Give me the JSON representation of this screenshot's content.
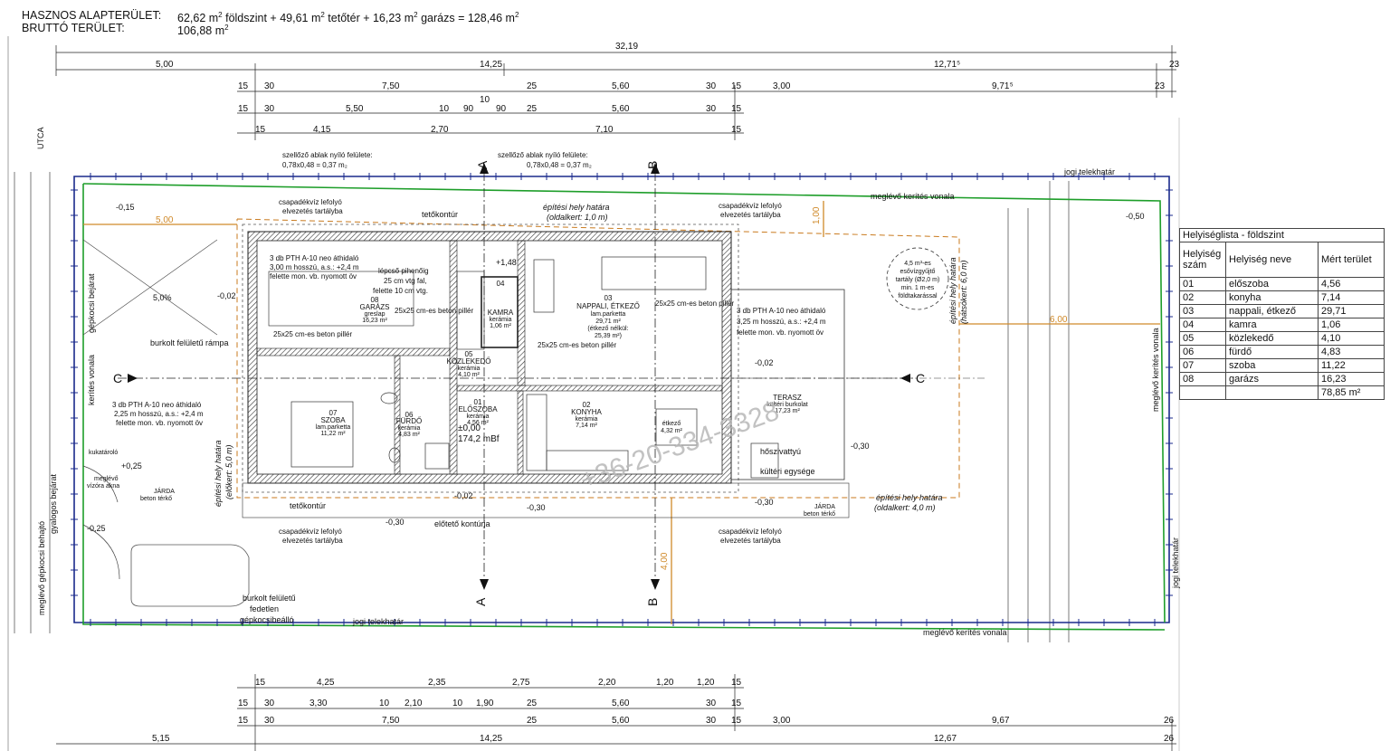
{
  "header": {
    "line1_label": "HASZNOS ALAPTERÜLET:",
    "line1_value_a": "62,62 m",
    "line1_sup_a": "2",
    "line1_text_a": " földszint + 49,61 m",
    "line1_sup_b": "2",
    "line1_text_b": " tetőtér + 16,23 m",
    "line1_sup_c": "2",
    "line1_text_c": " garázs = 128,46 m",
    "line1_sup_d": "2",
    "line2_label": "BRUTTÓ TERÜLET:",
    "line2_value": "106,88 m",
    "line2_sup": "2"
  },
  "dims_top": {
    "overall": "32,19",
    "row1": [
      "5,00",
      "14,25",
      "12,71⁵",
      "23"
    ],
    "row2": [
      "15",
      "30",
      "7,50",
      "25",
      "5,60",
      "30",
      "15",
      "3,00",
      "9,71⁵",
      "23"
    ],
    "row3": [
      "15",
      "30",
      "5,50",
      "10",
      "90",
      "10",
      "90",
      "25",
      "5,60",
      "30",
      "15"
    ],
    "row4": [
      "15",
      "4,15",
      "2,70",
      "7,10",
      "15"
    ]
  },
  "dims_bottom": {
    "row1": [
      "15",
      "4,25",
      "2,35",
      "2,75",
      "2,20",
      "1,20",
      "1,20",
      "15"
    ],
    "row2": [
      "15",
      "30",
      "3,30",
      "10",
      "2,10",
      "10",
      "1,90",
      "25",
      "5,60",
      "30",
      "15"
    ],
    "row3": [
      "15",
      "30",
      "7,50",
      "25",
      "5,60",
      "30",
      "15",
      "3,00",
      "9,67",
      "26"
    ],
    "row4": [
      "5,15",
      "14,25",
      "12,67",
      "26"
    ]
  },
  "site": {
    "street": "UTCA",
    "boundary_top": "jogi telekhatár",
    "boundary_bottom": "jogi telekhatár",
    "boundary_right": "jogi telekhatár",
    "fence_top": "meglévő kerítés vonala",
    "fence_bottom": "meglévő kerítés vonala",
    "fence_right": "meglévő kerítés vonala",
    "fence_left": "kerítés vonala",
    "car_entrance": "gépkocsi bejárat",
    "pedestrian_entrance": "gyalogos bejárat",
    "existing_car_entrance": "meglévő gépkocsi behajtó",
    "ramp": "burkolt felületű rámpa",
    "parking": [
      "burkolt felületű",
      "fedetlen",
      "gépkocsibeálló"
    ],
    "sidewalk_left": [
      "JÁRDA",
      "beton térkő"
    ],
    "sidewalk_right": [
      "JÁRDA",
      "beton térkő"
    ],
    "bin": "kukatároló",
    "water_meter": [
      "meglévő",
      "vízóra akna"
    ],
    "rainwater_tank": [
      "4,5 m³-es",
      "esővízgyűjtő",
      "tartály (Ø2,0 m)",
      "min. 1 m-es",
      "földtakarással"
    ],
    "build_limit_top": [
      "építési hely határa",
      "(oldalkert: 1,0 m)"
    ],
    "build_limit_bottom": [
      "építési hely határa",
      "(oldalkert: 4,0 m)"
    ],
    "build_limit_left": [
      "építési hely határa",
      "(előkert: 5,0 m)"
    ],
    "build_limit_right": [
      "építési hely határa",
      "(hátsókert: 6,0 m)"
    ],
    "roof_outline_top": "tetőkontúr",
    "roof_outline_bottom": "tetőkontúr",
    "canopy_outline": "előtető kontúrja",
    "gutter_notes": [
      "csapadékvíz lefolyó",
      "elvezetés tartályba"
    ],
    "vent_note_1": [
      "szellőző ablak nyíló felülete:",
      "0,78x0,48 = 0,37 m₂"
    ],
    "vent_note_2": [
      "szellőző ablak nyíló felülete:",
      "0,78x0,48 = 0,37 m₂"
    ],
    "lintel_1": [
      "3 db PTH A-10 neo áthidaló",
      "3,00 m hosszú, a.s.: +2,4 m",
      "felette mon. vb. nyomott öv"
    ],
    "lintel_2": [
      "3 db PTH A-10 neo áthidaló",
      "3,25 m hosszú, a.s.: +2,4 m",
      "felette mon. vb. nyomott öv"
    ],
    "lintel_3": [
      "3 db PTH A-10 neo áthidaló",
      "2,25 m hosszú, a.s.: +2,4 m",
      "felette mon. vb. nyomott öv"
    ],
    "stairs_note": [
      "lépcső pihenőig",
      "25 cm vtg fal,",
      "felette 10 cm vtg."
    ],
    "pillar": "25x25 cm-es beton pillér",
    "heat_pump": [
      "hőszivattyú",
      "kültéri egysége"
    ],
    "watermark": "+36-20-334-3328",
    "levels": [
      "-0,15",
      "-0,02",
      "-0,50",
      "-0,30",
      "-0,02",
      "-0,30",
      "-0,25",
      "+0,25",
      "-0,30",
      "-0,02",
      "+1,48",
      "-0,30"
    ],
    "slope": "5,0%",
    "entry_level": [
      "±0,00",
      "174,2 mBf"
    ],
    "sections": [
      "A",
      "B",
      "C"
    ]
  },
  "rooms": [
    {
      "no": "01",
      "name": "ELŐSZOBA",
      "floor": "kerámia",
      "area": "4,56 m²"
    },
    {
      "no": "02",
      "name": "KONYHA",
      "floor": "kerámia",
      "area": "7,14 m²"
    },
    {
      "no": "03",
      "name": "NAPPALI, ÉTKEZŐ",
      "floor": "lam.parketta",
      "area": "29,71 m²",
      "extra": [
        "(étkező nélkül:",
        "25,39 m²)"
      ]
    },
    {
      "no": "04",
      "name": "KAMRA",
      "floor": "kerámia",
      "area": "1,06 m²"
    },
    {
      "no": "05",
      "name": "KÖZLEKEDŐ",
      "floor": "kerámia",
      "area": "4,10 m²"
    },
    {
      "no": "06",
      "name": "FÜRDŐ",
      "floor": "kerámia",
      "area": "4,83 m²"
    },
    {
      "no": "07",
      "name": "SZOBA",
      "floor": "lam.parketta",
      "area": "11,22 m²"
    },
    {
      "no": "08",
      "name": "GARÁZS",
      "floor": "greslap",
      "area": "16,23 m²"
    },
    {
      "no": "",
      "name": "TERASZ",
      "floor": "kültéri burkolat",
      "area": "17,23 m²"
    },
    {
      "no": "",
      "name": "étkező",
      "floor": "",
      "area": "4,32 m²"
    }
  ],
  "room_table": {
    "title": "Helyiséglista - földszint",
    "col_no": "Helyiség szám",
    "col_name": "Helyiség neve",
    "col_area": "Mért terület",
    "rows": [
      [
        "01",
        "előszoba",
        "4,56"
      ],
      [
        "02",
        "konyha",
        "7,14"
      ],
      [
        "03",
        "nappali, étkező",
        "29,71"
      ],
      [
        "04",
        "kamra",
        "1,06"
      ],
      [
        "05",
        "közlekedő",
        "4,10"
      ],
      [
        "06",
        "fürdő",
        "4,83"
      ],
      [
        "07",
        "szoba",
        "11,22"
      ],
      [
        "08",
        "garázs",
        "16,23"
      ]
    ],
    "total": "78,85 m²"
  },
  "colors": {
    "boundary": "#1a2a8c",
    "fence": "#1e9e2a",
    "build_limit": "#c97a1e",
    "dim_orange": "#d08a2a",
    "wall_hatch": "#333333",
    "watermark": "#b8b8b8"
  }
}
